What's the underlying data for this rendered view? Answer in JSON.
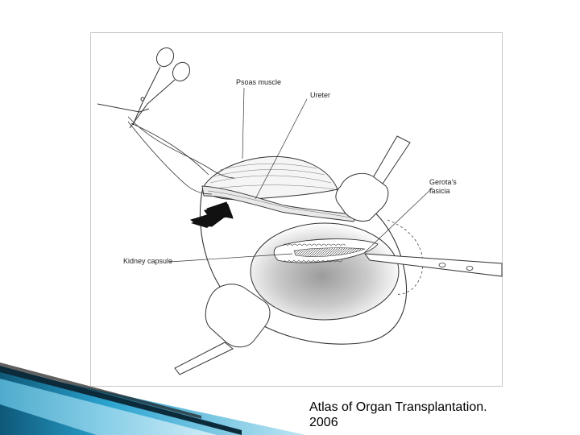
{
  "labels": {
    "psoas": "Psoas muscle",
    "ureter": "Ureter",
    "gerota_line1": "Gerota's",
    "gerota_line2": "fasicia",
    "kidney_capsule": "Kidney capsule"
  },
  "citation": {
    "line1": "Atlas of Organ Transplantation.",
    "line2": "2006"
  },
  "colors": {
    "corner_dark": "#0b3f5c",
    "corner_mid": "#2aa3cf",
    "corner_light": "#bfe6f4"
  }
}
